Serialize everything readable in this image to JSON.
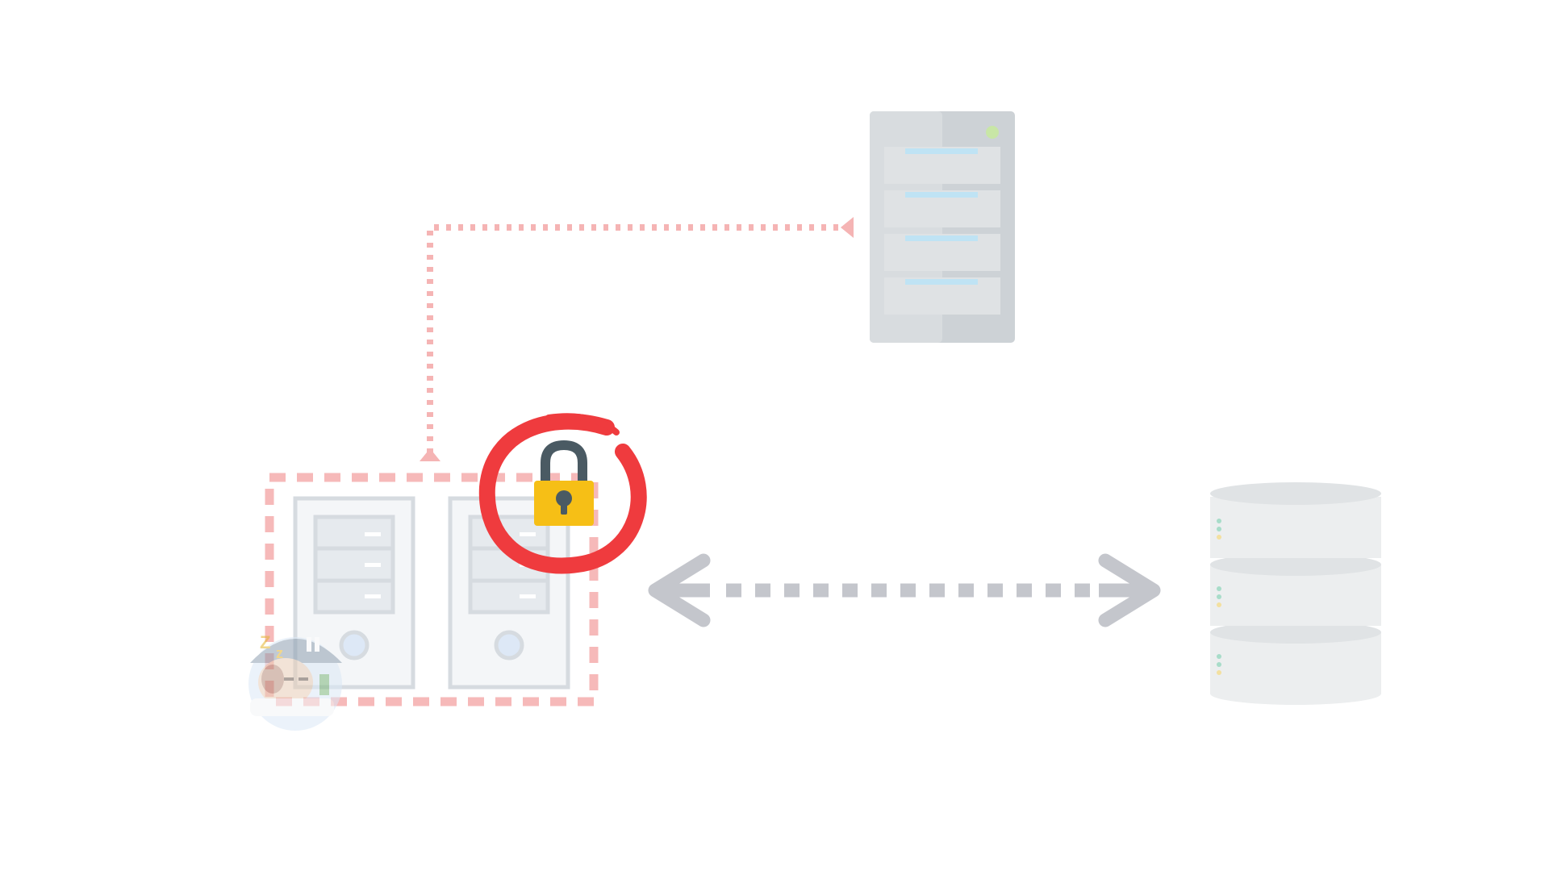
{
  "diagram": {
    "nodes": [
      {
        "id": "remote-server",
        "icon": "server-rack-icon",
        "state": "faded"
      },
      {
        "id": "server-cluster",
        "icon": "server-tower-icon",
        "count": 2,
        "state": "faded",
        "boundary": "dashed"
      },
      {
        "id": "database",
        "icon": "database-icon",
        "state": "faded"
      },
      {
        "id": "lock-badge",
        "icon": "padlock-icon",
        "highlight": "red-circle"
      },
      {
        "id": "sleeping-character",
        "icon": "sleeping-person-icon",
        "state": "faded"
      }
    ],
    "connections": [
      {
        "from": "server-cluster",
        "to": "remote-server",
        "style": "dotted",
        "arrows": "both"
      },
      {
        "from": "server-cluster",
        "to": "database",
        "style": "dashed",
        "arrows": "both"
      }
    ]
  },
  "colors": {
    "background": "#ffffff",
    "boundary": "#f6b9b9",
    "link_remote": "#f5b4b4",
    "link_database": "#c4c6cc",
    "server_rack": "#cdd2d6",
    "server_rack_light": "#d8dcdf",
    "server_rack_stripe": "#bfe3f4",
    "server_rack_led": "#c8e6a6",
    "tower_outline": "#d6dbe0",
    "tower_fill": "#f4f6f8",
    "database_fill": "#eceeef",
    "database_top": "#e0e3e5",
    "lock_body": "#f6bf16",
    "lock_shackle": "#4a5a63",
    "highlight_ring": "#ef3b3e"
  }
}
